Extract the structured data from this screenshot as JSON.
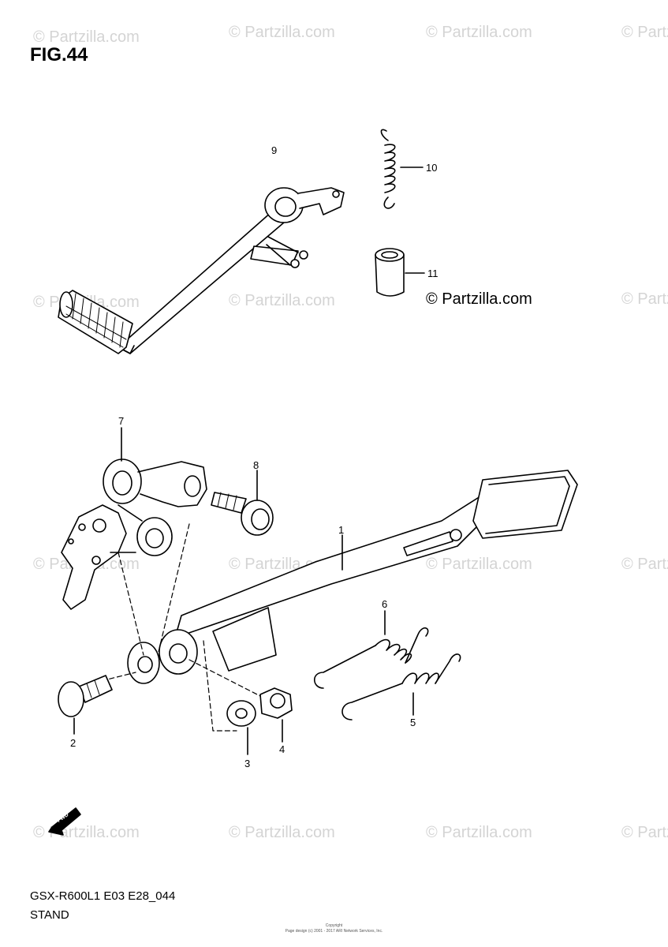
{
  "figure": {
    "title": "FIG.44",
    "model_code": "GSX-R600L1 E03 E28_044",
    "section": "STAND"
  },
  "watermark": {
    "text": "© Partzilla.com",
    "color": "#d4d4d4"
  },
  "brand": {
    "text": "© Partzilla.com"
  },
  "callouts": [
    {
      "number": "1",
      "part": "stand"
    },
    {
      "number": "2",
      "part": "bolt"
    },
    {
      "number": "3",
      "part": "washer"
    },
    {
      "number": "4",
      "part": "nut"
    },
    {
      "number": "5",
      "part": "spring"
    },
    {
      "number": "6",
      "part": "spring"
    },
    {
      "number": "7",
      "part": "bracket"
    },
    {
      "number": "8",
      "part": "bolt"
    },
    {
      "number": "9",
      "part": "gearshift-lever"
    },
    {
      "number": "10",
      "part": "spring"
    },
    {
      "number": "11",
      "part": "spacer"
    }
  ],
  "direction_arrow": {
    "label": "FWD"
  },
  "footer": {
    "copyright": "Copyright",
    "notice": "Page design (c) 2001 - 2017 ARI Network Services, Inc."
  }
}
